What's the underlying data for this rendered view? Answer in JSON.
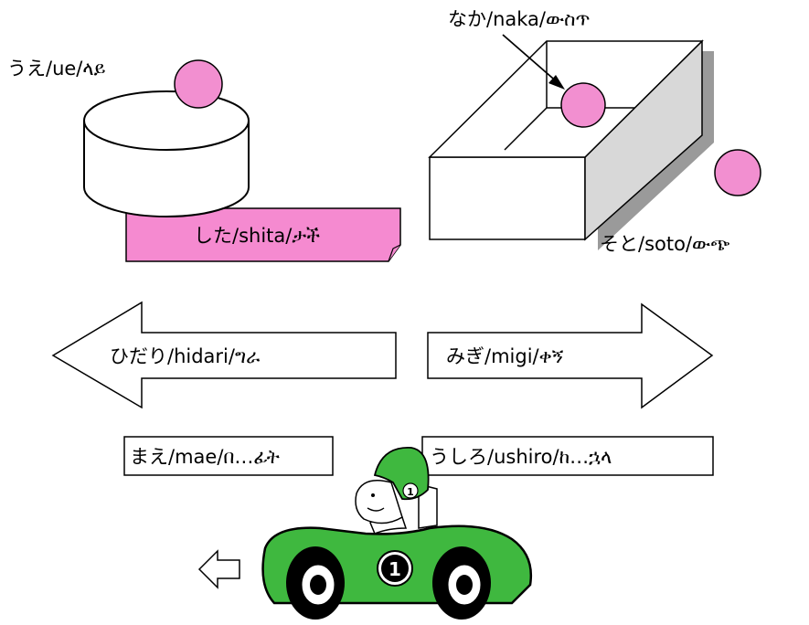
{
  "labels": {
    "ue": "うえ/ue/ላይ",
    "shita": "した/shita/ታች",
    "naka": "なか/naka/ውስጥ",
    "soto": "そと/soto/ውጭ",
    "hidari": "ひだり/hidari/ግራ",
    "migi": "みぎ/migi/ቀኝ",
    "mae": "まえ/mae/በ…ፊት",
    "ushiro": "うしろ/ushiro/ከ…ኋላ"
  },
  "car": {
    "number": "1"
  },
  "colors": {
    "ball_pink": "#f28fd0",
    "paper_pink": "#f58ad0",
    "car_green": "#3fb83f",
    "box_shadow": "#9a9a9a",
    "box_side": "#d8d8d8"
  }
}
